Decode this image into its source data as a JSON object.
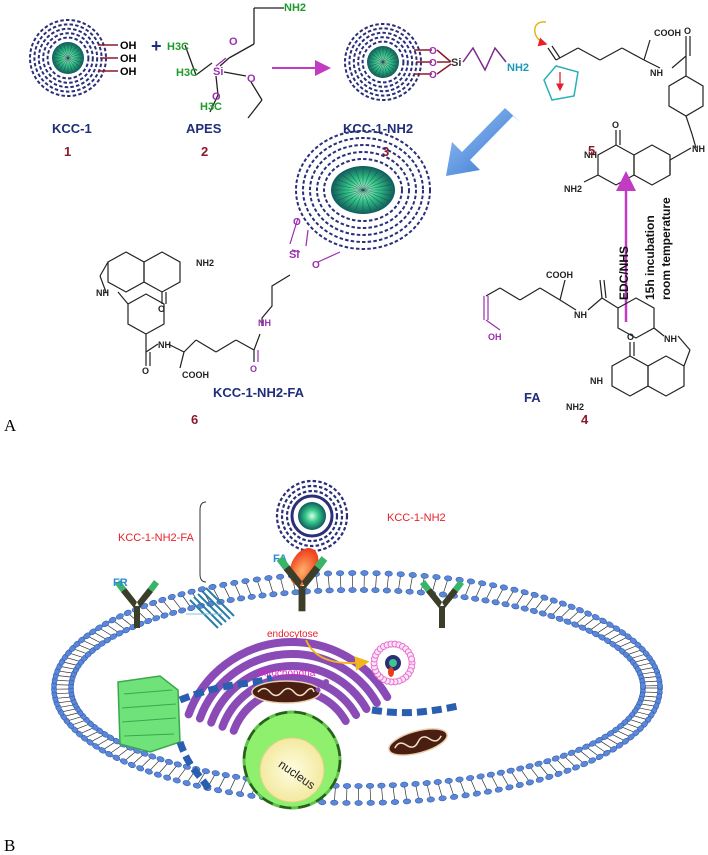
{
  "panels": {
    "a": "A",
    "b": "B"
  },
  "scheme": {
    "hydroxyl": "OH",
    "amine": "NH2",
    "silicon": "Si",
    "methyl": "H3C",
    "carboxyl": "COOH",
    "plus": "+",
    "oxygen": "O",
    "nitrogen": "N",
    "imine": "NH",
    "hydroxy_h": "OH",
    "compounds": [
      {
        "name": "KCC-1",
        "number": "1"
      },
      {
        "name": "APES",
        "number": "2"
      },
      {
        "name": "KCC-1-NH2",
        "number": "3"
      },
      {
        "name": "FA",
        "number": "4"
      },
      {
        "name": "",
        "number": "5"
      },
      {
        "name": "KCC-1-NH2-FA",
        "number": "6"
      }
    ],
    "condition_reagent": "EDC/NHS",
    "condition_line1": "15h incubation",
    "condition_line2": "room temperature"
  },
  "cell": {
    "particle_label": "KCC-1-NH2",
    "conjugate_label": "KCC-1-NH2-FA",
    "ligand_label": "FA",
    "receptor_label": "FR",
    "endocytosis_label": "endocytose",
    "mitochondria_label": "Mitochondria",
    "nucleus_label": "nucleus"
  },
  "colors": {
    "compound_name": "#1f2d7a",
    "compound_number": "#8b1a2a",
    "amine_green": "#1e9a2a",
    "amine_cyan": "#1a9ab5",
    "reaction_arrow": "#c23bc3",
    "silica_purple": "#9b2fae",
    "big_arrow": "#3a7fd6",
    "cell_red": "#e8202a",
    "receptor_blue": "#2e88d8",
    "membrane": "#5b87d8",
    "golgi": "#8a4bb7",
    "nucleus": "#8ff06e",
    "er_green": "#6fe27a",
    "mito": "#4a1f12",
    "vesicle": "#e86fd2",
    "endo_arrow": "#f2b51b"
  }
}
